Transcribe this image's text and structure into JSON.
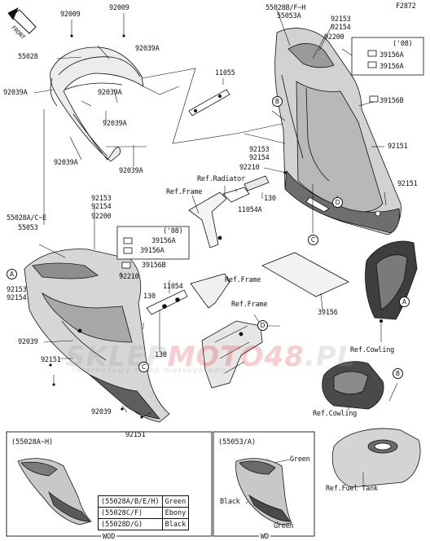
{
  "figure_code": "F2872",
  "front_label": "FRONT",
  "watermark": {
    "brand_a": "SKLEP",
    "brand_b": "MOTO48",
    "brand_c": ".PL",
    "tagline": "internetowy sklep motocyklowy"
  },
  "colors": {
    "ink": "#111111",
    "fairing_dark": "#5a5a5a",
    "fairing_mid": "#9a9a9a",
    "fairing_light": "#d8d8d8",
    "watermark_red": "#e0202a",
    "watermark_grey": "#9a9a9a"
  },
  "labels": {
    "p92009_a": "92009",
    "p92009_b": "92009",
    "p55028_top": "55028",
    "p92039A_1": "92039A",
    "p92039A_2": "92039A",
    "p92039A_3": "92039A",
    "p92039A_4": "92039A",
    "p92039A_5": "92039A",
    "p92039A_6": "92039A",
    "p11055": "11055",
    "p55028B": "55028B/F~H",
    "p55053A": "55053A",
    "p92153_r": "92153",
    "p92154_r": "92154",
    "p92200_r": "92200",
    "p08_r": "('08)",
    "p39156A_r1": "39156A",
    "p39156A_r2": "39156A",
    "p39156B_r": "39156B",
    "p92153_m": "92153",
    "p92154_m": "92154",
    "p92210_m": "92210",
    "p92151_r1": "92151",
    "p92151_r2": "92151",
    "ref_radiator": "Ref.Radiator",
    "ref_frame_1": "Ref.Frame",
    "ref_frame_2": "Ref.Frame",
    "ref_frame_3": "Ref.Frame",
    "p130_a": "130",
    "p130_b": "130",
    "p130_c": "130",
    "p11054A": "11054A",
    "p11054": "11054",
    "p92153_l": "92153",
    "p92154_l": "92154",
    "p92200_l": "92200",
    "p55028A": "55028A/C~E",
    "p55053": "55053",
    "p08_l": "('08)",
    "p39156A_l1": "39156A",
    "p39156A_l2": "39156A",
    "p39156B_l": "39156B",
    "p92210_l": "92210",
    "p92153_ll": "92153",
    "p92154_ll": "92154",
    "p92039_l1": "92039",
    "p92151_l1": "92151",
    "p92039_l2": "92039",
    "p92151_l2": "92151",
    "p39156": "39156",
    "ref_cowling_1": "Ref.Cowling",
    "ref_cowling_2": "Ref.Cowling",
    "ref_fuel_tank": "Ref.Fuel Tank"
  },
  "callouts": {
    "A": "A",
    "B": "B",
    "C": "C",
    "D": "D"
  },
  "inset_left": {
    "title": "(55028A~H)",
    "caption": "WOD"
  },
  "inset_right": {
    "title": "(55053/A)",
    "caption": "WD",
    "green_1": "Green",
    "green_2": "Green",
    "black": "Black"
  },
  "color_table": [
    {
      "code": "(55028A/B/E/H)",
      "color": "Green"
    },
    {
      "code": "(55028C/F)",
      "color": "Ebony"
    },
    {
      "code": "(55028D/G)",
      "color": "Black"
    }
  ]
}
